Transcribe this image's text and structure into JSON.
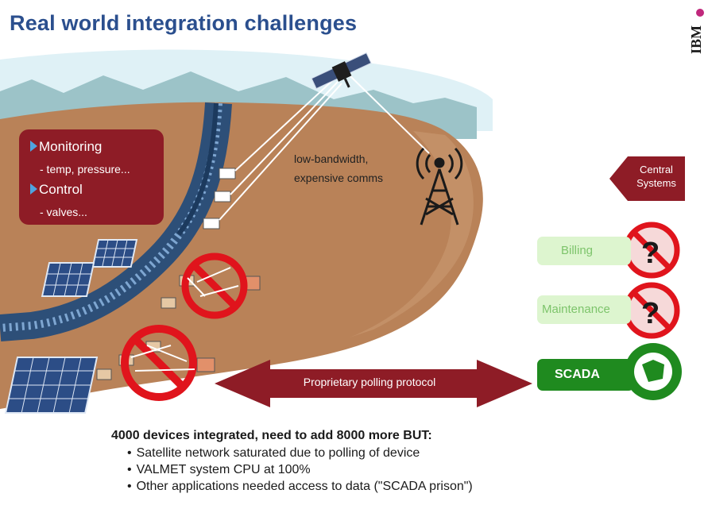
{
  "title": "Real world integration challenges",
  "logo": {
    "text": "IBM"
  },
  "panel": {
    "monitoring": "Monitoring",
    "monitoring_detail": "- temp, pressure...",
    "control": "Control",
    "control_detail": "- valves..."
  },
  "comms_label": {
    "line1": "low-bandwidth,",
    "line2": "expensive comms"
  },
  "central_systems": {
    "line1": "Central",
    "line2": "Systems"
  },
  "systems": {
    "billing": "Billing",
    "maintenance": "Maintenance",
    "scada": "SCADA",
    "unknown_symbol": "?"
  },
  "protocol_label": "Proprietary polling protocol",
  "summary": {
    "headline": "4000 devices integrated, need to add 8000 more BUT:",
    "bullets": [
      "Satellite network saturated due to polling of device",
      "VALMET system CPU at 100%",
      "Other applications needed access to data (\"SCADA prison\")"
    ]
  },
  "colors": {
    "title": "#2b4f8e",
    "panel": "#8e1c26",
    "terrain": "#b98258",
    "scada": "#1f8a1f",
    "no_sign": "#e0141c"
  }
}
